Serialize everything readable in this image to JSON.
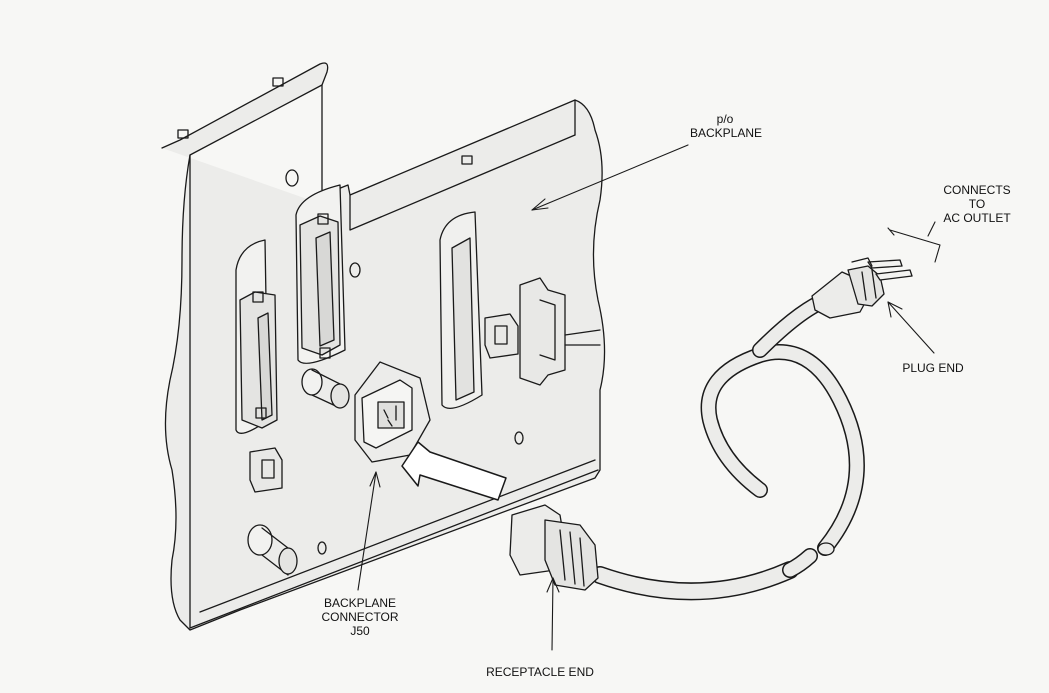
{
  "labels": {
    "backplane": [
      "p/o",
      "BACKPLANE"
    ],
    "ac_outlet": [
      "CONNECTS",
      "TO",
      "AC OUTLET"
    ],
    "plug_end": "PLUG END",
    "connector": [
      "BACKPLANE",
      "CONNECTOR",
      "J50"
    ],
    "receptacle_end": "RECEPTACLE END"
  },
  "colors": {
    "line": "#1a1a1a",
    "panel": "#ececea",
    "paper": "#f7f7f5"
  }
}
